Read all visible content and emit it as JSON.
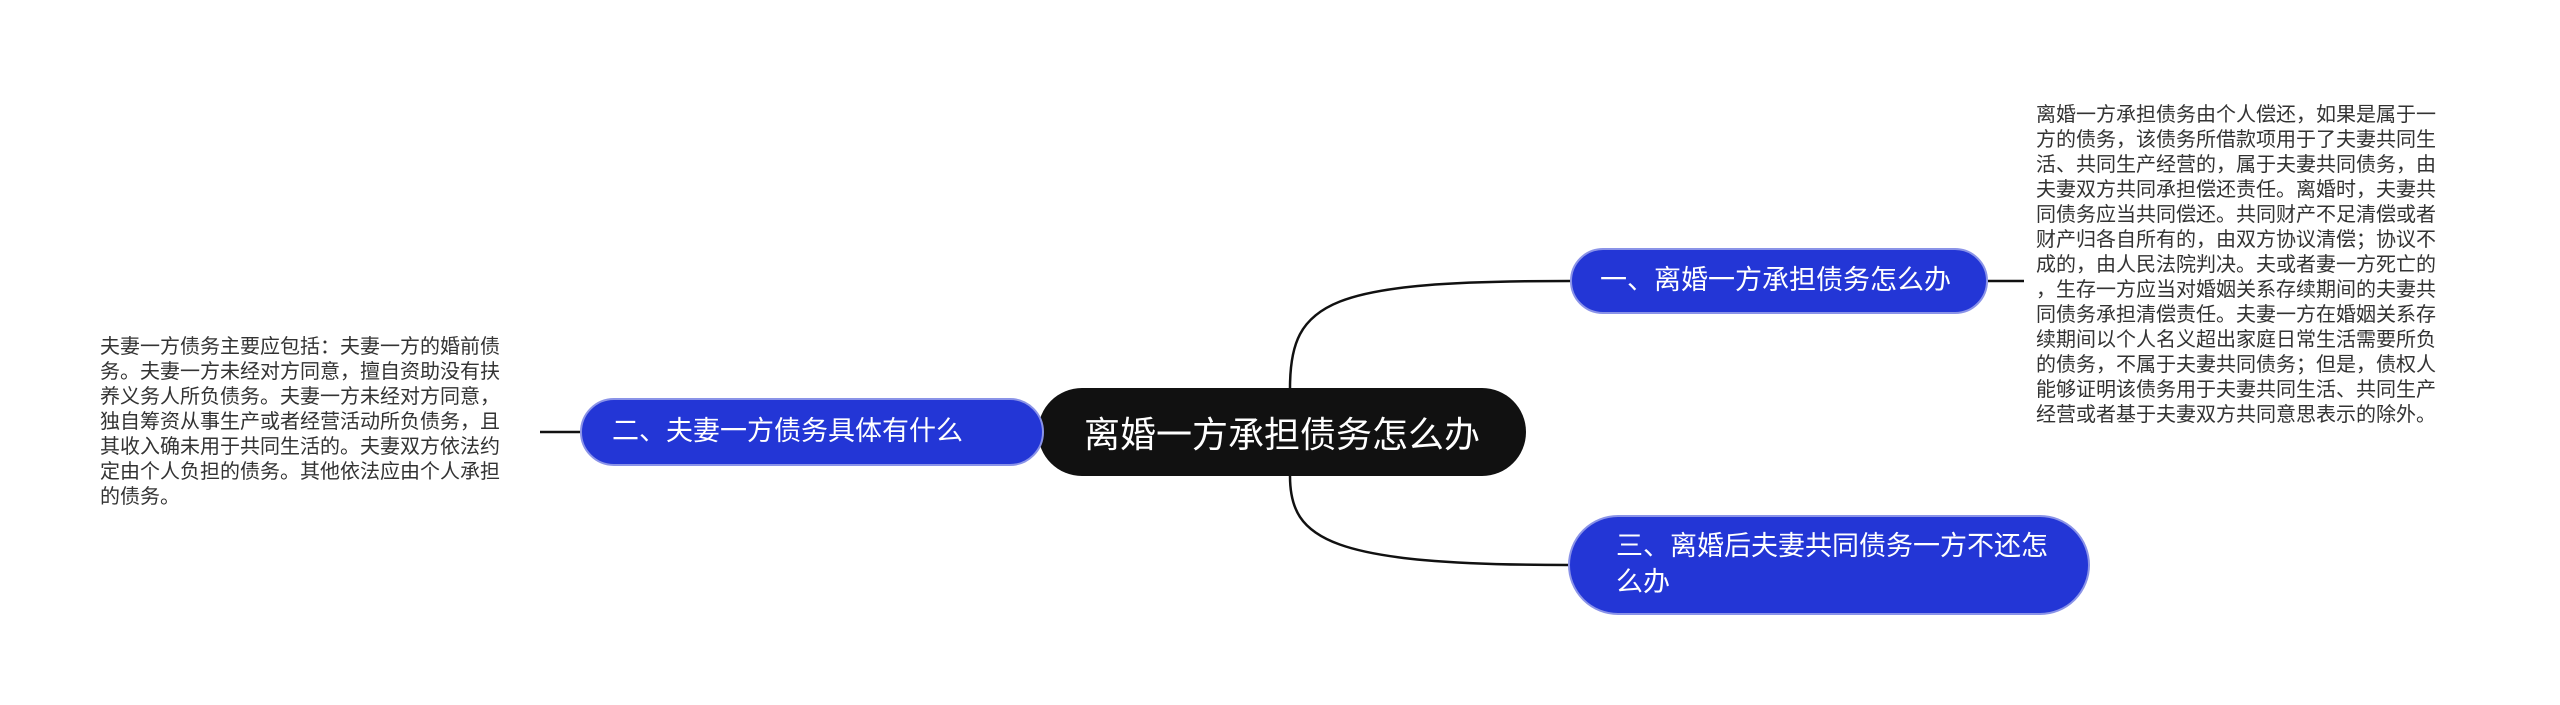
{
  "diagram": {
    "root": {
      "label": "离婚一方承担债务怎么办"
    },
    "branches": [
      {
        "label": "一、离婚一方承担债务怎么办",
        "detail": "离婚一方承担债务由个人偿还，如果是属于一\n方的债务，该债务所借款项用于了夫妻共同生\n活、共同生产经营的，属于夫妻共同债务，由\n夫妻双方共同承担偿还责任。离婚时，夫妻共\n同债务应当共同偿还。共同财产不足清偿或者\n财产归各自所有的，由双方协议清偿；协议不\n成的，由人民法院判决。夫或者妻一方死亡的\n，生存一方应当对婚姻关系存续期间的夫妻共\n同债务承担清偿责任。夫妻一方在婚姻关系存\n续期间以个人名义超出家庭日常生活需要所负\n的债务，不属于夫妻共同债务；但是，债权人\n能够证明该债务用于夫妻共同生活、共同生产\n经营或者基于夫妻双方共同意思表示的除外。"
      },
      {
        "label": "二、夫妻一方债务具体有什么",
        "detail": "夫妻一方债务主要应包括：夫妻一方的婚前债\n务。夫妻一方未经对方同意，擅自资助没有扶\n养义务人所负债务。夫妻一方未经对方同意，\n独自筹资从事生产或者经营活动所负债务，且\n其收入确未用于共同生活的。夫妻双方依法约\n定由个人负担的债务。其他依法应由个人承担\n的债务。"
      },
      {
        "label": "三、离婚后夫妻共同债务一方不还怎么办"
      }
    ]
  },
  "colors": {
    "root_fill": "#111111",
    "branch_fill": "#2336d6",
    "connector": "#111111",
    "leaf_text": "#333333"
  }
}
